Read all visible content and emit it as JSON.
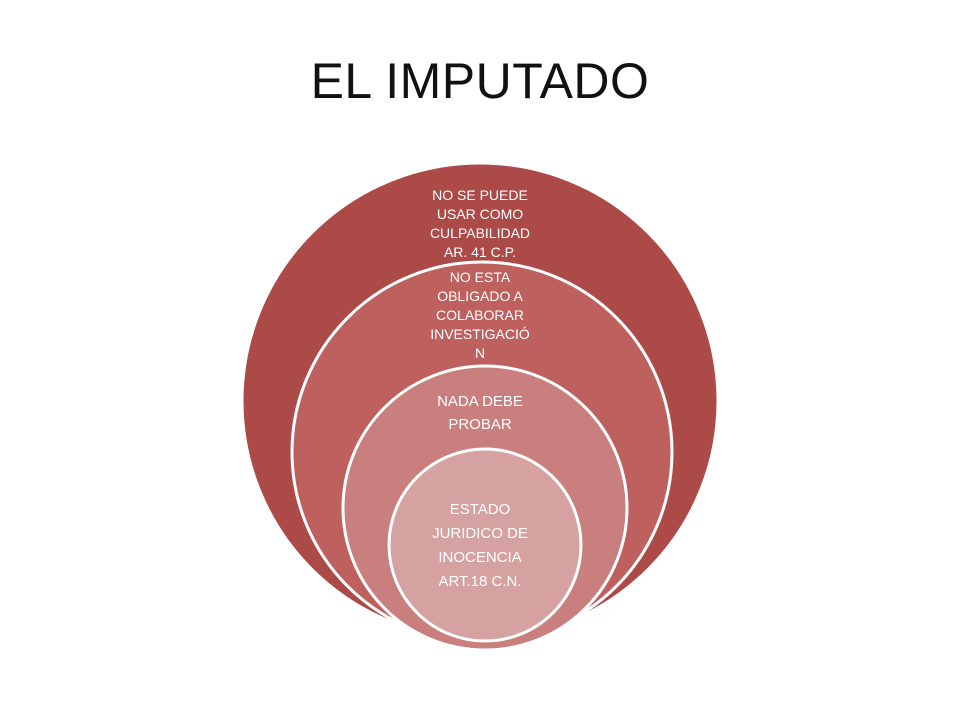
{
  "slide": {
    "title": "EL IMPUTADO"
  },
  "diagram": {
    "colors": {
      "outer": "#AC4A48",
      "ring2": "#BE605E",
      "ring3": "#C97F7E",
      "inner": "#D5A2A1",
      "border": "#FFFFFF"
    },
    "rings": [
      {
        "lines": [
          "NO SE PUEDE",
          "USAR COMO",
          "CULPABILIDAD",
          "AR. 41 C.P."
        ]
      },
      {
        "lines": [
          "NO ESTA",
          "OBLIGADO A",
          "COLABORAR",
          "INVESTIGACIÓ",
          "N"
        ]
      },
      {
        "lines": [
          "NADA DEBE",
          "PROBAR"
        ]
      },
      {
        "lines": [
          "ESTADO",
          "JURIDICO DE",
          "INOCENCIA",
          "ART.18 C.N."
        ]
      }
    ]
  }
}
